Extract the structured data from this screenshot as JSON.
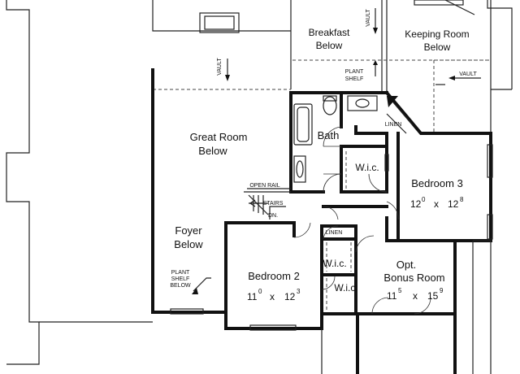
{
  "rooms": {
    "breakfast": [
      "Breakfast",
      "Below"
    ],
    "keeping": [
      "Keeping Room",
      "Below"
    ],
    "great_room": [
      "Great Room",
      "Below"
    ],
    "foyer": [
      "Foyer",
      "Below"
    ],
    "bath": "Bath",
    "wic_top": "W.i.c.",
    "wic_mid": "W.i.c.",
    "wic_low": "W.i.c.",
    "linen_top": "LINEN",
    "linen_mid": "LINEN",
    "bedroom3": {
      "name": "Bedroom 3",
      "w": "12",
      "ws": "0",
      "x": "x",
      "l": "12",
      "ls": "8"
    },
    "bedroom2": {
      "name": "Bedroom 2",
      "w": "11",
      "ws": "0",
      "x": "x",
      "l": "12",
      "ls": "3"
    },
    "bonus": {
      "name1": "Opt.",
      "name2": "Bonus Room",
      "w": "11",
      "ws": "5",
      "x": "x",
      "l": "15",
      "ls": "9"
    }
  },
  "notes": {
    "vault_top": "VAULT",
    "vault_left": "VAULT",
    "vault_right": "VAULT",
    "plant_shelf_top": [
      "PLANT",
      "SHELF"
    ],
    "plant_shelf_below": [
      "PLANT",
      "SHELF",
      "BELOW"
    ],
    "open_rail": "OPEN RAIL",
    "stairs": "STAIRS",
    "dn": "DN."
  }
}
